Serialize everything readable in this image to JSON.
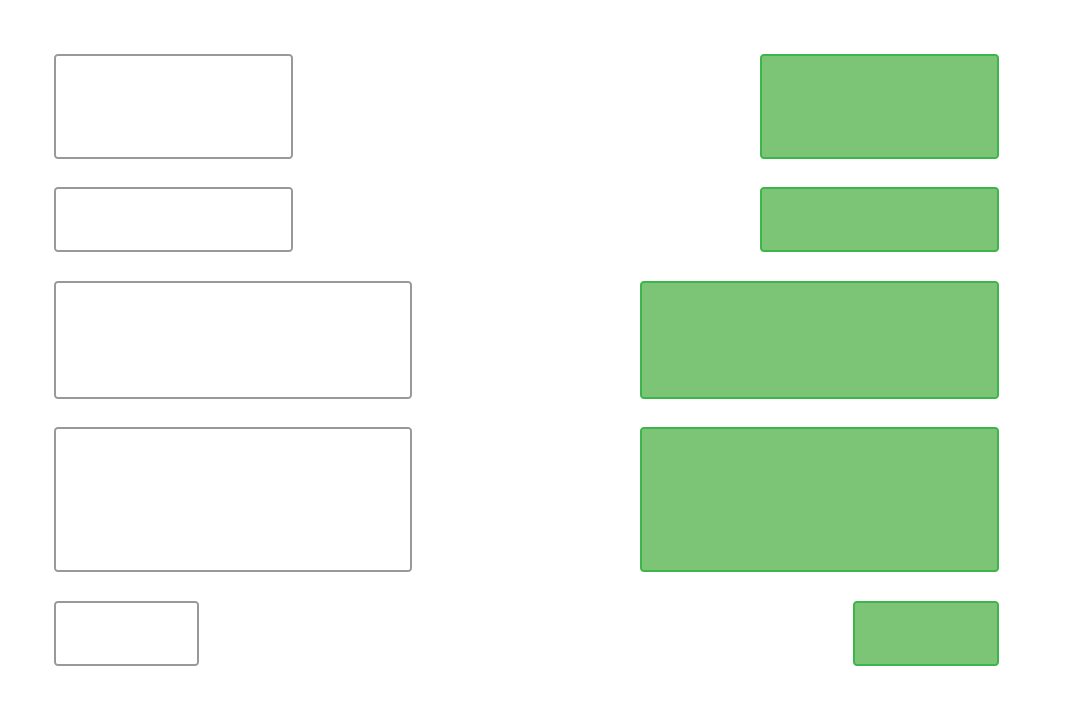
{
  "colors": {
    "slot_border": "#999999",
    "slot_fill": "#ffffff",
    "block_border": "#3cb54a",
    "block_fill": "#7cc576"
  },
  "slots": [
    {
      "id": "s1",
      "state": "empty"
    },
    {
      "id": "s2",
      "state": "empty"
    },
    {
      "id": "s3",
      "state": "empty"
    },
    {
      "id": "s4",
      "state": "empty"
    },
    {
      "id": "s5",
      "state": "empty"
    }
  ],
  "blocks": [
    {
      "id": "b1",
      "color": "green"
    },
    {
      "id": "b2",
      "color": "green"
    },
    {
      "id": "b3",
      "color": "green"
    },
    {
      "id": "b4",
      "color": "green"
    },
    {
      "id": "b5",
      "color": "green"
    }
  ]
}
